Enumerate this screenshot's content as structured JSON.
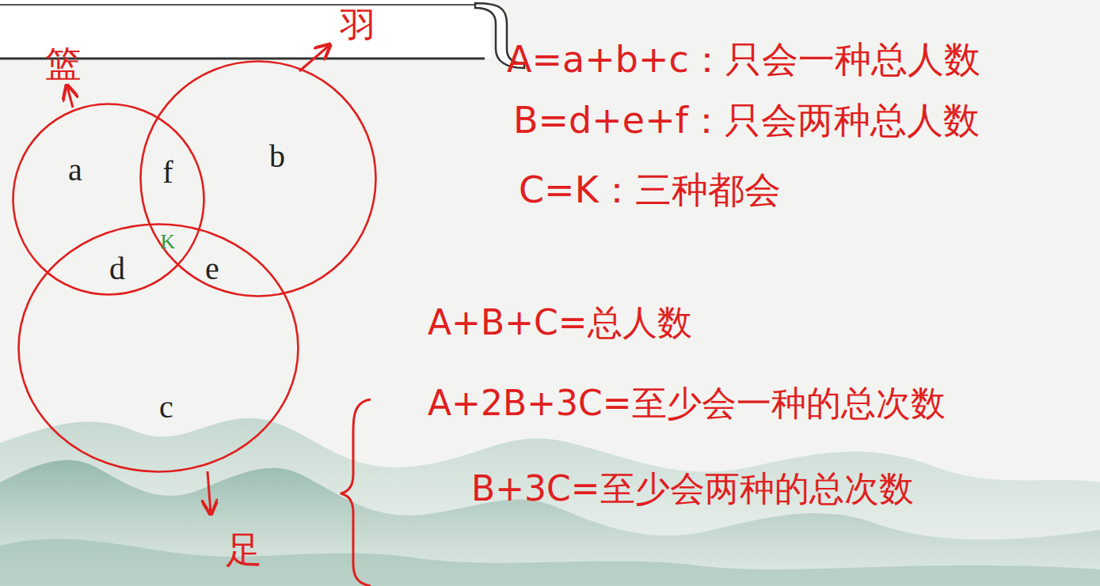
{
  "diagram": {
    "nodes": [
      {
        "text": [
          "篮"
        ]
      },
      {
        "text": [
          "羽"
        ]
      },
      {
        "text": [
          "足"
        ]
      }
    ],
    "labels": [
      "a",
      "f",
      "b",
      "d",
      "K",
      "e",
      "c",
      "A=a+b+c：只会一种总人数",
      "B=d+e+f：只会两种总人数",
      "C=K：三种都会",
      "A+B+C=总人数",
      "A+2B+3C=至少会一种的总次数",
      "B+3C=至少会两种的总次数"
    ]
  }
}
